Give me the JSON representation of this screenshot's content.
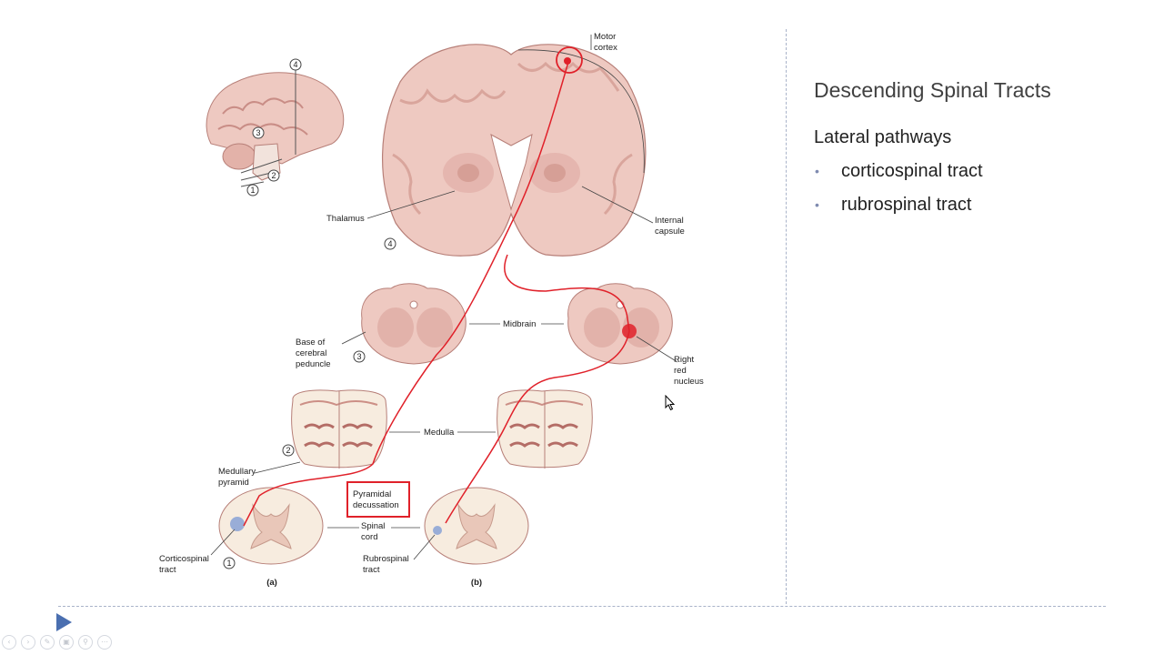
{
  "slide": {
    "title": "Descending Spinal Tracts",
    "subheading": "Lateral pathways",
    "bullets": [
      "corticospinal tract",
      "rubrospinal tract"
    ]
  },
  "figure": {
    "labels": {
      "motor_cortex": [
        "Motor",
        "cortex"
      ],
      "thalamus": "Thalamus",
      "internal_capsule": [
        "Internal",
        "capsule"
      ],
      "midbrain": "Midbrain",
      "base_of_cerebral_peduncle": [
        "Base of",
        "cerebral",
        "peduncle"
      ],
      "right_red_nucleus": [
        "Right",
        "red",
        "nucleus"
      ],
      "medulla": "Medulla",
      "medullary_pyramid": [
        "Medullary",
        "pyramid"
      ],
      "pyramidal_decussation": [
        "Pyramidal",
        "decussation"
      ],
      "spinal_cord": [
        "Spinal",
        "cord"
      ],
      "corticospinal_tract": [
        "Corticospinal",
        "tract"
      ],
      "rubrospinal_tract": [
        "Rubrospinal",
        "tract"
      ],
      "panel_a": "(a)",
      "panel_b": "(b)"
    },
    "section_numbers": [
      "1",
      "2",
      "3",
      "4"
    ]
  },
  "colors": {
    "tract_red": "#e0212a",
    "tissue_pink": "#eec9c1",
    "tissue_dark": "#cc8f86",
    "accent_blue": "#4a6fb0"
  },
  "player_controls": [
    "prev-icon",
    "next-icon",
    "pen-icon",
    "slides-icon",
    "zoom-icon",
    "more-icon"
  ]
}
